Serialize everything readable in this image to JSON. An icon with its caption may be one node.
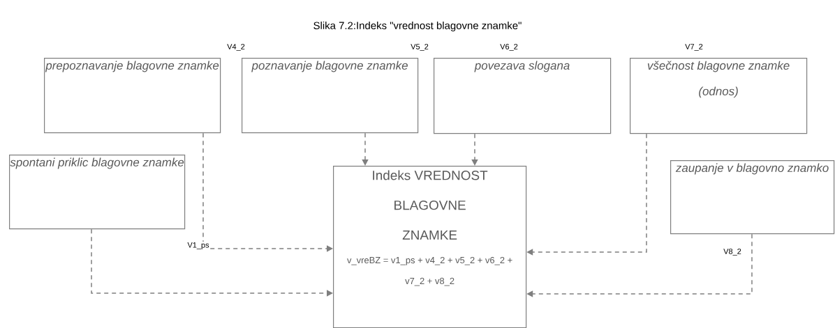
{
  "diagram": {
    "title": "Slika 7.2:Indeks \"vrednost blagovne znamke\"",
    "nodes": [
      {
        "text": [
          "prepoznavanje blagovne znamke"
        ],
        "beside": [
          "V4_2"
        ]
      },
      {
        "text": [
          "poznavanje blagovne znamke"
        ],
        "beside": [
          "V5_2"
        ]
      },
      {
        "text": [
          "povezava slogana"
        ],
        "beside": [
          "V6_2"
        ]
      },
      {
        "text": [
          "všečnost blagovne znamke (odnos)"
        ],
        "beside": [
          "V7_2"
        ]
      },
      {
        "text": [
          "spontani priklic blagovne znamke"
        ]
      },
      {
        "text": [
          "Indeks VREDNOST BLAGOVNE ZNAMKE",
          "v_vreBZ = v1_ps + v4_2 + v5_2 + v6_2 + v7_2 + v8_2"
        ]
      },
      {
        "text": [
          "zaupanje v blagovno znamko"
        ],
        "beside": [
          "V8_2"
        ]
      }
    ],
    "edges": [
      {
        "from": 0,
        "to": 5,
        "arrow": "to",
        "style": "dashed",
        "label": "V1_ps"
      },
      {
        "from": 1,
        "to": 5,
        "arrow": "to",
        "style": "dashed"
      },
      {
        "from": 2,
        "to": 5,
        "arrow": "to",
        "style": "dashed"
      },
      {
        "from": 3,
        "to": 5,
        "arrow": "to",
        "style": "dashed"
      },
      {
        "from": 4,
        "to": 5,
        "arrow": "to",
        "style": "dashed"
      },
      {
        "from": 6,
        "to": 5,
        "arrow": "to",
        "style": "dashed"
      }
    ]
  }
}
